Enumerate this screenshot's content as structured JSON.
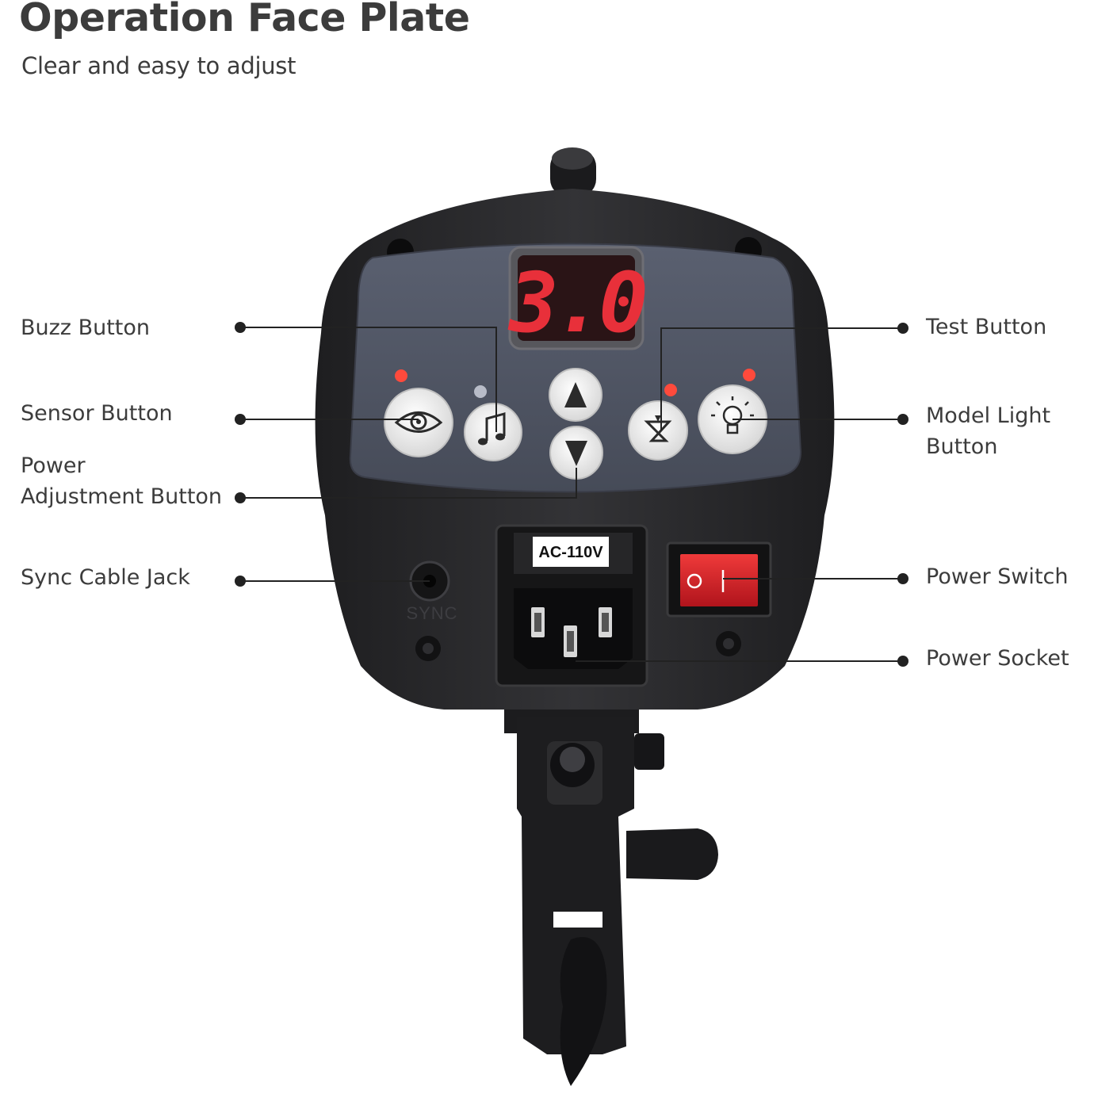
{
  "header": {
    "title": "Operation Face Plate",
    "subtitle": "Clear and easy to adjust"
  },
  "callouts": {
    "buzz": "Buzz Button",
    "sensor": "Sensor Button",
    "power_adjust_line1": "Power",
    "power_adjust_line2": "Adjustment Button",
    "sync": "Sync Cable Jack",
    "test": "Test Button",
    "model_light_line1": "Model Light",
    "model_light_line2": "Button",
    "power_switch": "Power Switch",
    "power_socket": "Power Socket"
  },
  "device": {
    "display_value": "3.0",
    "voltage_label": "AC-110V",
    "sync_label": "SYNC",
    "display_color": "#e8303a",
    "body_color": "#2b2b2d",
    "panel_color": "#4e5464",
    "switch_color": "#d4202a",
    "icons": [
      "eye-icon",
      "music-note-icon",
      "arrow-up-icon",
      "arrow-down-icon",
      "flash-test-icon",
      "light-bulb-icon"
    ]
  }
}
